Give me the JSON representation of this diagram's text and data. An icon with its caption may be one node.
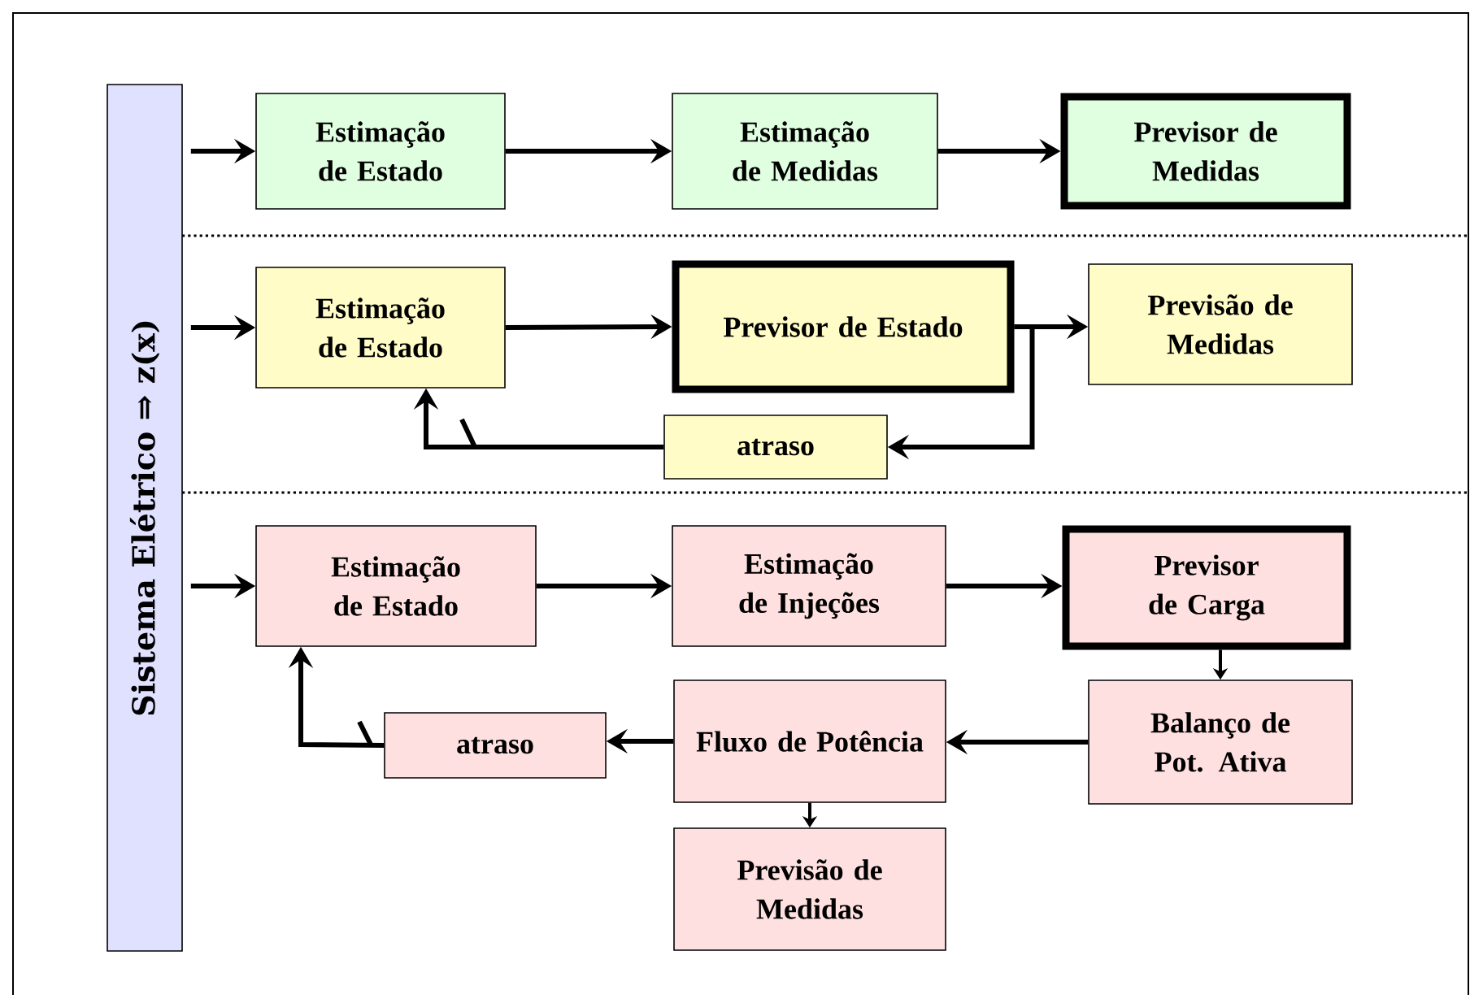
{
  "diagram": {
    "nodes": [
      {
        "text": [
          "Sistema Elétrico ⇒ z(x)"
        ]
      },
      {
        "text": [
          "Estimação de Estado"
        ]
      },
      {
        "text": [
          "Estimação de Medidas"
        ]
      },
      {
        "text": [
          "Previsor de Medidas"
        ]
      },
      {
        "text": [
          "Estimação de Estado"
        ]
      },
      {
        "text": [
          "Previsor de Estado"
        ]
      },
      {
        "text": [
          "Previsão de Medidas"
        ]
      },
      {
        "text": [
          "atraso"
        ]
      },
      {
        "text": [
          "Estimação de Estado"
        ]
      },
      {
        "text": [
          "Estimação de Injeções"
        ]
      },
      {
        "text": [
          "Previsor de Carga"
        ]
      },
      {
        "text": [
          "Balanço de Pot. Ativa"
        ]
      },
      {
        "text": [
          "Fluxo de Potência"
        ]
      },
      {
        "text": [
          "atraso"
        ]
      },
      {
        "text": [
          "Previsão de Medidas"
        ]
      }
    ],
    "edges": [
      {
        "from": 0,
        "to": 1,
        "arrow": "to"
      },
      {
        "from": 1,
        "to": 2,
        "arrow": "to"
      },
      {
        "from": 2,
        "to": 3,
        "arrow": "to"
      },
      {
        "from": 0,
        "to": 4,
        "arrow": "to"
      },
      {
        "from": 4,
        "to": 5,
        "arrow": "to"
      },
      {
        "from": 5,
        "to": 6,
        "arrow": "to"
      },
      {
        "from": 5,
        "to": 7,
        "arrow": "to"
      },
      {
        "from": 7,
        "to": 4,
        "arrow": "to"
      },
      {
        "from": 0,
        "to": 8,
        "arrow": "to"
      },
      {
        "from": 8,
        "to": 9,
        "arrow": "to"
      },
      {
        "from": 9,
        "to": 10,
        "arrow": "to"
      },
      {
        "from": 10,
        "to": 11,
        "arrow": "to"
      },
      {
        "from": 11,
        "to": 12,
        "arrow": "to"
      },
      {
        "from": 12,
        "to": 13,
        "arrow": "to"
      },
      {
        "from": 12,
        "to": 14,
        "arrow": "to"
      },
      {
        "from": 13,
        "to": 8,
        "arrow": "to"
      }
    ]
  }
}
